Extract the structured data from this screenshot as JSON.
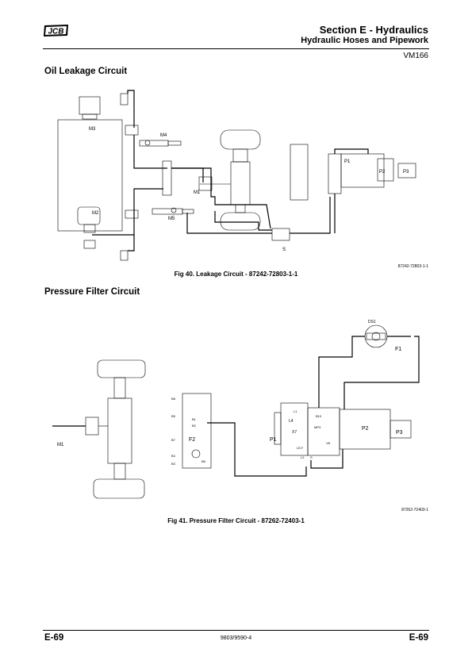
{
  "header": {
    "logo_text": "JCB",
    "title": "Section E - Hydraulics",
    "subtitle": "Hydraulic Hoses and Pipework",
    "code": "VM166"
  },
  "sections": [
    {
      "heading": "Oil Leakage Circuit",
      "figure_ref": "87242-72803-1-1",
      "caption": "Fig 40. Leakage Circuit - 87242-72803-1-1",
      "labels": {
        "m3": "M3",
        "m4": "M4",
        "m1": "M1",
        "m2": "M2",
        "m5": "M5",
        "p1": "P1",
        "p2": "P2",
        "p3": "P3",
        "s": "S"
      }
    },
    {
      "heading": "Pressure Filter Circuit",
      "figure_ref": "87262-72403-1",
      "caption": "Fig 41. Pressure Filter Circuit - 87262-72403-1",
      "labels": {
        "m1": "M1",
        "f2": "F2",
        "p1": "P1",
        "p2": "P2",
        "p3": "P3",
        "f1": "F1",
        "ds1": "DS1",
        "l1": "L1",
        "l2": "L2",
        "l4": "L4",
        "x7": "X7",
        "le7": "LE/7",
        "b1": "B1",
        "b2": "B2",
        "b3": "B3",
        "b4": "B4",
        "b5": "B5",
        "b6": "B6",
        "b7": "B7",
        "b8": "B8",
        "s": "S",
        "mp3": "MP3",
        "v8": "V8",
        "b10": "B10"
      }
    }
  ],
  "footer": {
    "page_left": "E-69",
    "doc_number": "9803/9590-4",
    "page_right": "E-69"
  }
}
